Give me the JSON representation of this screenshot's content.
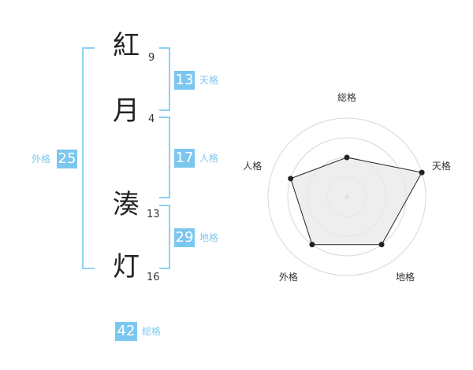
{
  "name": {
    "chars": [
      {
        "char": "紅",
        "strokes": "9"
      },
      {
        "char": "月",
        "strokes": "4"
      },
      {
        "char": "湊",
        "strokes": "13"
      },
      {
        "char": "灯",
        "strokes": "16"
      }
    ]
  },
  "kaku": {
    "tenkaku": {
      "value": "13",
      "label": "天格"
    },
    "jinkaku": {
      "value": "17",
      "label": "人格"
    },
    "chikaku": {
      "value": "29",
      "label": "地格"
    },
    "gaikaku": {
      "value": "25",
      "label": "外格"
    },
    "soukaku": {
      "value": "42",
      "label": "総格"
    }
  },
  "chart_data": {
    "type": "radar",
    "categories": [
      "総格",
      "天格",
      "地格",
      "外格",
      "人格"
    ],
    "values": [
      0.5,
      1.0,
      0.75,
      0.75,
      0.75
    ],
    "range": [
      0,
      1
    ],
    "rings": 4
  },
  "colors": {
    "accent": "#7cc7f0",
    "bracket": "#8fd0f3",
    "line": "#222222",
    "fill": "#e8e8e8"
  }
}
